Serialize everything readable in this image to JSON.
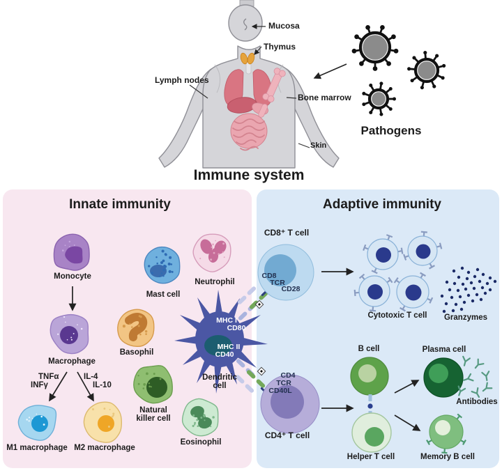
{
  "colors": {
    "panel_pink": "#f8e7f0",
    "panel_blue": "#dbe9f7",
    "dendritic": "#4b57a4",
    "granzyme_dot": "#1b2a66",
    "antibody": "#579a82"
  },
  "top": {
    "caption": "Immune system",
    "pathogens_label": "Pathogens",
    "mucosa": "Mucosa",
    "thymus": "Thymus",
    "lymph_nodes": "Lymph nodes",
    "bone_marrow": "Bone marrow",
    "skin": "Skin"
  },
  "innate": {
    "title": "Innate immunity",
    "monocyte": "Monocyte",
    "macrophage": "Macrophage",
    "mast_cell": "Mast cell",
    "neutrophil": "Neutrophil",
    "basophil": "Basophil",
    "natural_killer": "Natural\nkiller cell",
    "eosinophil": "Eosinophil",
    "dendritic": "Dendritic\ncell",
    "m1": "M1 macrophage",
    "m2": "M2 macrophage",
    "tnfa": "TNFα",
    "infg": "INFγ",
    "il4": "IL-4",
    "il10": "IL-10",
    "mhc1": "MHC I",
    "cd80": "CD80",
    "mhc2": "MHC II",
    "cd40": "CD40"
  },
  "adaptive": {
    "title": "Adaptive immunity",
    "cd8_t": "CD8⁺ T cell",
    "cd8": "CD8",
    "tcr1": "TCR",
    "cd28": "CD28",
    "cytotoxic": "Cytotoxic T cell",
    "granzymes": "Granzymes",
    "cd4": "CD4",
    "tcr2": "TCR",
    "cd40l": "CD40L",
    "cd4_t": "CD4⁺ T cell",
    "b_cell": "B cell",
    "plasma": "Plasma cell",
    "antibodies": "Antibodies",
    "helper": "Helper T cell",
    "memory": "Memory B cell"
  }
}
